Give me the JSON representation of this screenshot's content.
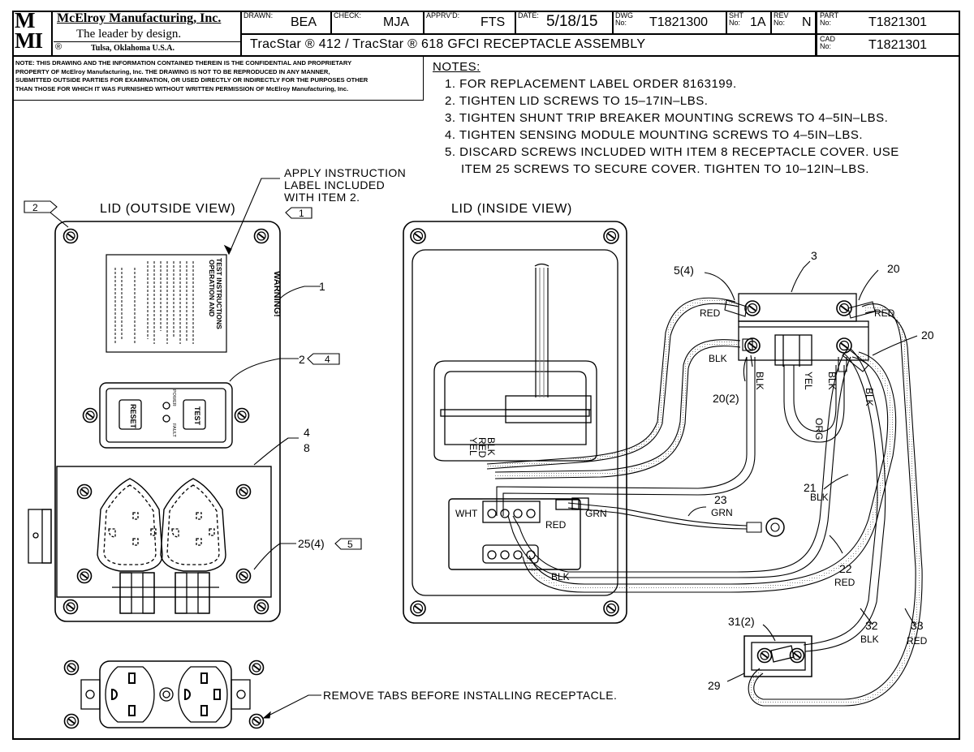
{
  "title_block": {
    "company": "McElroy Manufacturing, Inc.",
    "tagline": "The leader by design.",
    "location": "Tulsa, Oklahoma U.S.A.",
    "registered": "®",
    "logo_text": "MMI",
    "drawn_label": "DRAWN:",
    "drawn": "BEA",
    "check_label": "CHECK:",
    "check": "MJA",
    "apprvd_label": "APPRV'D:",
    "apprvd": "FTS",
    "date_label": "DATE:",
    "date": "5/18/15",
    "dwg_label": "DWG No:",
    "dwg": "T1821300",
    "sht_label": "SHT No:",
    "sht": "1A",
    "rev_label": "REV No:",
    "rev": "N",
    "part_label": "PART No:",
    "part": "T1821301",
    "cad_label": "CAD No:",
    "cad": "T1821301",
    "assembly_title": "TracStar ® 412 / TracStar ® 618 GFCI RECEPTACLE ASSEMBLY"
  },
  "confidential_note": [
    "NOTE: THIS DRAWING AND THE INFORMATION CONTAINED THEREIN IS THE CONFIDENTIAL AND PROPRIETARY",
    "PROPERTY OF McElroy Manufacturing, Inc. THE DRAWING IS NOT TO BE REPRODUCED IN ANY MANNER,",
    "SUBMITTED OUTSIDE PARTIES FOR EXAMINATION, OR USED DIRECTLY OR INDIRECTLY FOR THE PURPOSES OTHER",
    "THAN THOSE FOR WHICH IT WAS FURNISHED WITHOUT WRITTEN PERMISSION OF McElroy Manufacturing, Inc."
  ],
  "notes": {
    "heading": "NOTES:",
    "items": [
      "1. FOR REPLACEMENT LABEL ORDER 8163199.",
      "2. TIGHTEN LID SCREWS TO 15–17IN–LBS.",
      "3. TIGHTEN SHUNT TRIP BREAKER MOUNTING SCREWS TO 4–5IN–LBS.",
      "4. TIGHTEN SENSING MODULE MOUNTING SCREWS TO 4–5IN–LBS.",
      "5. DISCARD SCREWS INCLUDED WITH ITEM 8 RECEPTACLE COVER. USE",
      "ITEM 25 SCREWS TO SECURE COVER. TIGHTEN TO 10–12IN–LBS."
    ]
  },
  "views": {
    "outside_title": "LID (OUTSIDE VIEW)",
    "inside_title": "LID (INSIDE VIEW)"
  },
  "callouts": {
    "apply_label": [
      "APPLY INSTRUCTION",
      "LABEL INCLUDED",
      "WITH ITEM 2."
    ],
    "remove_tabs": "REMOVE TABS BEFORE INSTALLING RECEPTACLE.",
    "flag_1": "1",
    "flag_2": "2",
    "flag_4": "4",
    "flag_5": "5",
    "item_1": "1",
    "item_2": "2",
    "item_4": "4",
    "item_8": "8",
    "item_25": "25(4)",
    "item_3": "3",
    "item_5": "5(4)",
    "item_20a": "20",
    "item_20b": "20",
    "item_20c": "20(2)",
    "item_21": "21",
    "item_22": "22",
    "item_23": "23",
    "item_29": "29",
    "item_31": "31(2)",
    "item_32": "32",
    "item_33": "33"
  },
  "instruction_label": {
    "heading": [
      "OPERATION AND",
      "TEST INSTRUCTIONS"
    ],
    "warning": "WARNING!",
    "list_numbers": [
      "1.",
      "2.",
      "3.",
      "4.",
      "5."
    ]
  },
  "gfci": {
    "reset": "RESET",
    "test": "TEST",
    "power": "POWER",
    "fault": "FAULT"
  },
  "wire_labels": {
    "red": "RED",
    "blk": "BLK",
    "yel": "YEL",
    "org": "ORG",
    "grn": "GRN",
    "wht": "WHT"
  }
}
